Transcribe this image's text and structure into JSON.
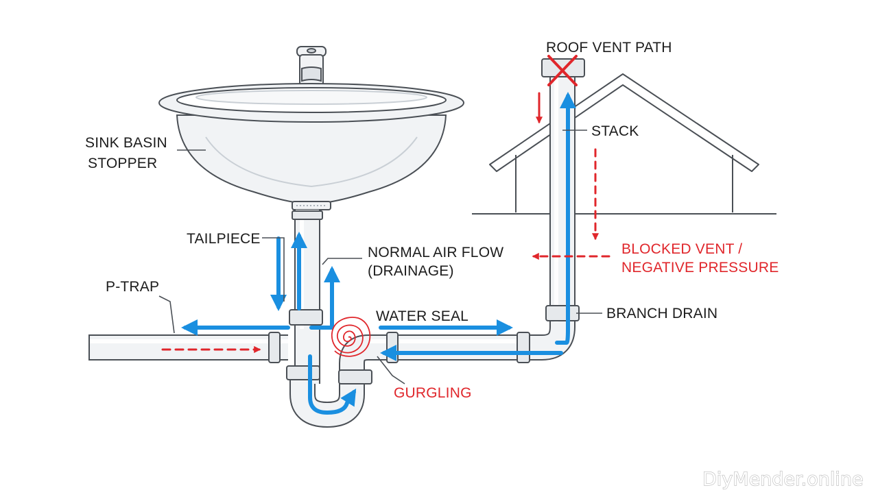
{
  "labels": {
    "sink_basin": "SINK BASIN",
    "stopper": "STOPPER",
    "tailpiece": "TAILPIECE",
    "normal_air_flow": "NORMAL AIR FLOW",
    "drainage": "(DRAINAGE)",
    "p_trap": "P-TRAP",
    "water_seal": "WATER SEAL",
    "gurgling": "GURGLING",
    "roof_vent_path": "ROOF VENT PATH",
    "stack": "STACK",
    "blocked_vent": "BLOCKED VENT /",
    "negative_pressure": "NEGATIVE PRESSURE",
    "branch_drain": "BRANCH DRAIN"
  },
  "watermark": "DiyMender.online",
  "colors": {
    "water_flow": "#1a8fe0",
    "pressure_red": "#e0262b",
    "pipe_fill": "#f1f3f5",
    "outline": "#4a4f55"
  }
}
